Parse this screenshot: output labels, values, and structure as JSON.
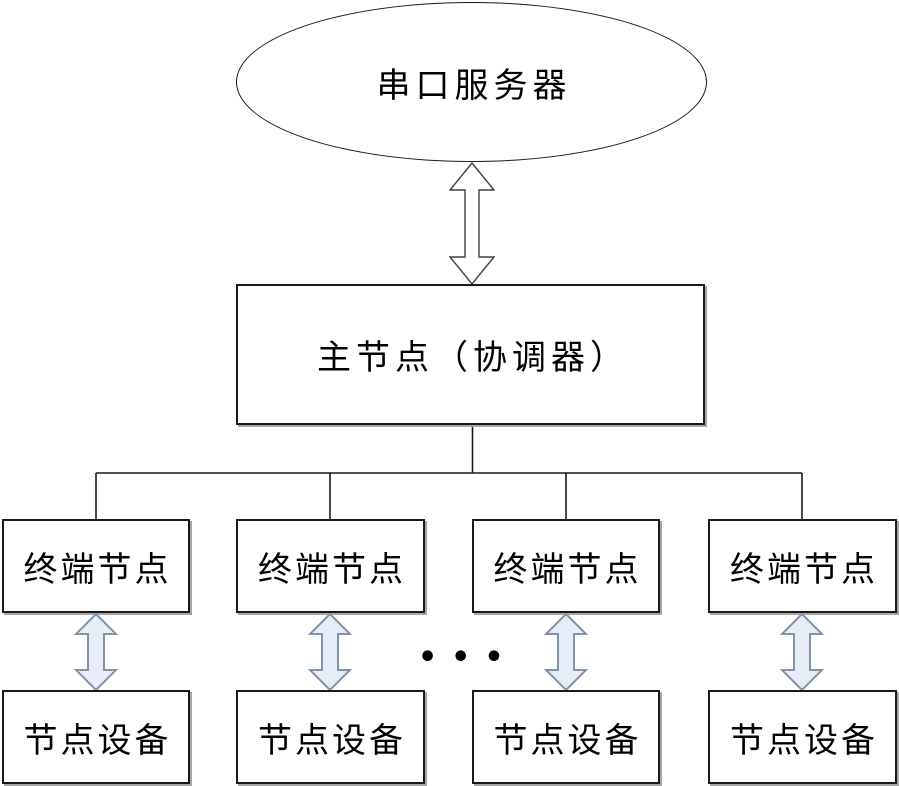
{
  "diagram": {
    "server": {
      "label": "串口服务器"
    },
    "coordinator": {
      "label": "主节点（协调器）"
    },
    "terminals": [
      {
        "label": "终端节点"
      },
      {
        "label": "终端节点"
      },
      {
        "label": "终端节点"
      },
      {
        "label": "终端节点"
      }
    ],
    "devices": [
      {
        "label": "节点设备"
      },
      {
        "label": "节点设备"
      },
      {
        "label": "节点设备"
      },
      {
        "label": "节点设备"
      }
    ],
    "ellipsis": "•••"
  },
  "colors": {
    "line": "#1a1a1a",
    "box_border": "#1a1a1a",
    "box_shadow": "#a6a6a6",
    "top_arrow_fill": "#ffffff",
    "top_arrow_stroke": "#404040",
    "device_arrow_fill": "#e6edf7",
    "device_arrow_stroke": "#8494a6"
  }
}
